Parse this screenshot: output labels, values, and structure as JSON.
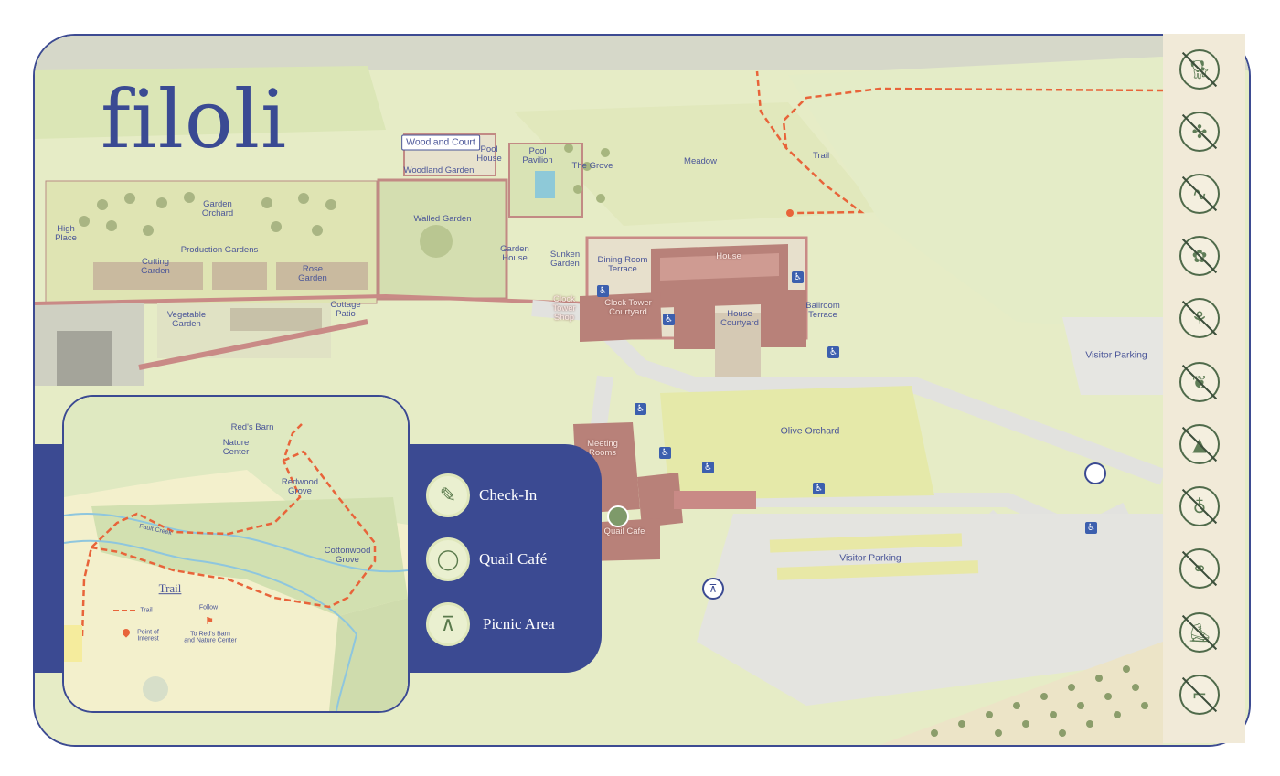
{
  "brand": {
    "logo_text": "filoli"
  },
  "map_labels": {
    "woodland_court": "Woodland Court",
    "pool_house": "Pool\nHouse",
    "pool_pavilion": "Pool\nPavilion",
    "the_grove": "The Grove",
    "meadow": "Meadow",
    "trail": "Trail",
    "woodland_garden": "Woodland Garden",
    "garden_orchard": "Garden\nOrchard",
    "walled_garden": "Walled Garden",
    "high_place": "High\nPlace",
    "production_gardens": "Production Gardens",
    "cutting_garden": "Cutting\nGarden",
    "rose_garden": "Rose\nGarden",
    "garden_house": "Garden\nHouse",
    "sunken_garden": "Sunken\nGarden",
    "dining_room_terrace": "Dining Room\nTerrace",
    "house": "House",
    "ballroom_terrace": "Ballroom\nTerrace",
    "house_courtyard": "House\nCourtyard",
    "clock_tower_courtyard": "Clock Tower\nCourtyard",
    "clock_tower_shop": "Clock\nTower\nShop",
    "cottage_patio": "Cottage\nPatio",
    "vegetable_garden": "Vegetable\nGarden",
    "visitor_parking_upper": "Visitor Parking",
    "olive_orchard": "Olive Orchard",
    "meeting_rooms": "Meeting\nRooms",
    "quail_cafe_map": "Quail Cafe",
    "visitor_parking_lower": "Visitor Parking"
  },
  "inset": {
    "reds_barn": "Red's Barn",
    "nature_center": "Nature\nCenter",
    "redwood_grove": "Redwood\nGrove",
    "fault_creek": "Fault Creek",
    "cottonwood_grove": "Cottonwood\nGrove",
    "trail_title": "Trail",
    "key_trail": "Trail",
    "key_follow": "Follow",
    "key_poi": "Point of\nInterest",
    "key_follow_desc": "To Red's Barn\nand Nature Center"
  },
  "legend": [
    {
      "label": "Check-In",
      "icon": "check-in-icon"
    },
    {
      "label": "Quail Café",
      "icon": "plate-icon"
    },
    {
      "label": "Picnic Area",
      "icon": "picnic-table-icon"
    }
  ],
  "rules": [
    {
      "icon": "no-dogs-icon"
    },
    {
      "icon": "no-drones-icon"
    },
    {
      "icon": "no-smoking-icon"
    },
    {
      "icon": "no-picking-icon"
    },
    {
      "icon": "no-climbing-icon"
    },
    {
      "icon": "no-trampling-icon"
    },
    {
      "icon": "no-feeding-icon"
    },
    {
      "icon": "no-alcohol-icon"
    },
    {
      "icon": "no-bicycles-icon"
    },
    {
      "icon": "no-scooters-icon"
    },
    {
      "icon": "no-firearms-icon"
    }
  ],
  "colors": {
    "brand_blue": "#3b4a92",
    "lawn": "#e9ecc5",
    "trail_orange": "#e8643a",
    "building": "#b5837a"
  }
}
